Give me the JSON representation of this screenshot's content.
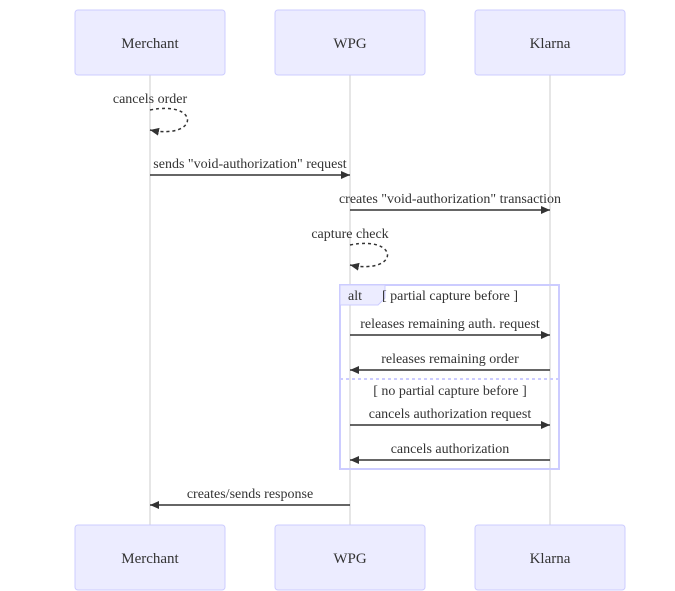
{
  "participants": [
    {
      "id": "merchant",
      "name": "Merchant"
    },
    {
      "id": "wpg",
      "name": "WPG"
    },
    {
      "id": "klarna",
      "name": "Klarna"
    }
  ],
  "messages": [
    {
      "from": "merchant",
      "to": "merchant",
      "text": "cancels order",
      "style": "dashed"
    },
    {
      "from": "merchant",
      "to": "wpg",
      "text": "sends \"void-authorization\" request",
      "style": "solid"
    },
    {
      "from": "wpg",
      "to": "klarna",
      "text": "creates \"void-authorization\" transaction",
      "style": "solid"
    },
    {
      "from": "wpg",
      "to": "wpg",
      "text": "capture check",
      "style": "dashed"
    },
    {
      "from": "wpg",
      "to": "klarna",
      "text": "releases remaining auth. request",
      "style": "solid"
    },
    {
      "from": "klarna",
      "to": "wpg",
      "text": "releases remaining order",
      "style": "solid"
    },
    {
      "from": "wpg",
      "to": "klarna",
      "text": "cancels authorization request",
      "style": "solid"
    },
    {
      "from": "klarna",
      "to": "wpg",
      "text": "cancels authorization",
      "style": "solid"
    },
    {
      "from": "wpg",
      "to": "merchant",
      "text": "creates/sends response",
      "style": "solid"
    }
  ],
  "alt_block": {
    "keyword": "alt",
    "condition": "[ partial capture before ]",
    "else_condition": "[ no partial capture before ]"
  },
  "colors": {
    "actor_fill": "#ECECFF",
    "actor_stroke": "#CCCCFF",
    "lifeline": "#CCCCCC",
    "message": "#333333",
    "text": "#333333",
    "alt_border": "#CCCCFF",
    "alt_label_fill": "#ECECFF"
  }
}
